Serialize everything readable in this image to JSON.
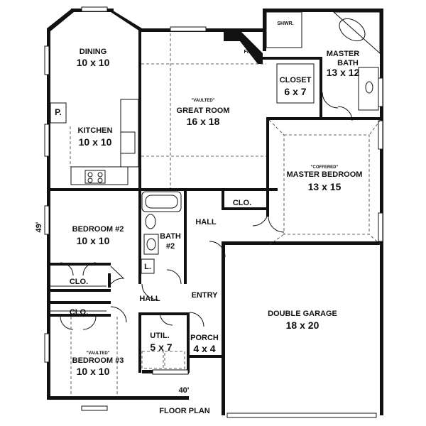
{
  "plan": {
    "title": "FLOOR PLAN",
    "dim_width": "40'",
    "dim_depth": "49'"
  },
  "rooms": {
    "dining": {
      "name": "DINING",
      "size": "10 x 10"
    },
    "great_room": {
      "prefix": "\"VAULTED\"",
      "name": "GREAT ROOM",
      "size": "16 x 18"
    },
    "kitchen": {
      "name": "KITCHEN",
      "size": "10 x 10"
    },
    "pantry": {
      "name": "P."
    },
    "fireplace": {
      "name": "F/P"
    },
    "shower": {
      "name": "SHWR."
    },
    "master_bath": {
      "name": "MASTER",
      "name2": "BATH",
      "size": "13 x 12"
    },
    "closet": {
      "name": "CLOSET",
      "size": "6 x 7"
    },
    "master_bedroom": {
      "prefix": "\"COFFERED\"",
      "name": "MASTER BEDROOM",
      "size": "13 x 15"
    },
    "clo_hall": {
      "name": "CLO."
    },
    "hall_upper": {
      "name": "HALL"
    },
    "bath2": {
      "name": "BATH",
      "size": "#2"
    },
    "linen": {
      "name": "L."
    },
    "bedroom2": {
      "name": "BEDROOM #2",
      "size": "10 x 10"
    },
    "clo_bed2": {
      "name": "CLO."
    },
    "clo_bed3": {
      "name": "CLO."
    },
    "hall_lower": {
      "name": "HALL"
    },
    "entry": {
      "name": "ENTRY"
    },
    "bedroom3": {
      "prefix": "\"VAULTED\"",
      "name": "BEDROOM #3",
      "size": "10 x 10"
    },
    "util": {
      "name": "UTIL.",
      "size": "5 x 7"
    },
    "porch": {
      "name": "PORCH",
      "size": "4 x 4"
    },
    "garage": {
      "name": "DOUBLE GARAGE",
      "size": "18 x 20"
    }
  }
}
